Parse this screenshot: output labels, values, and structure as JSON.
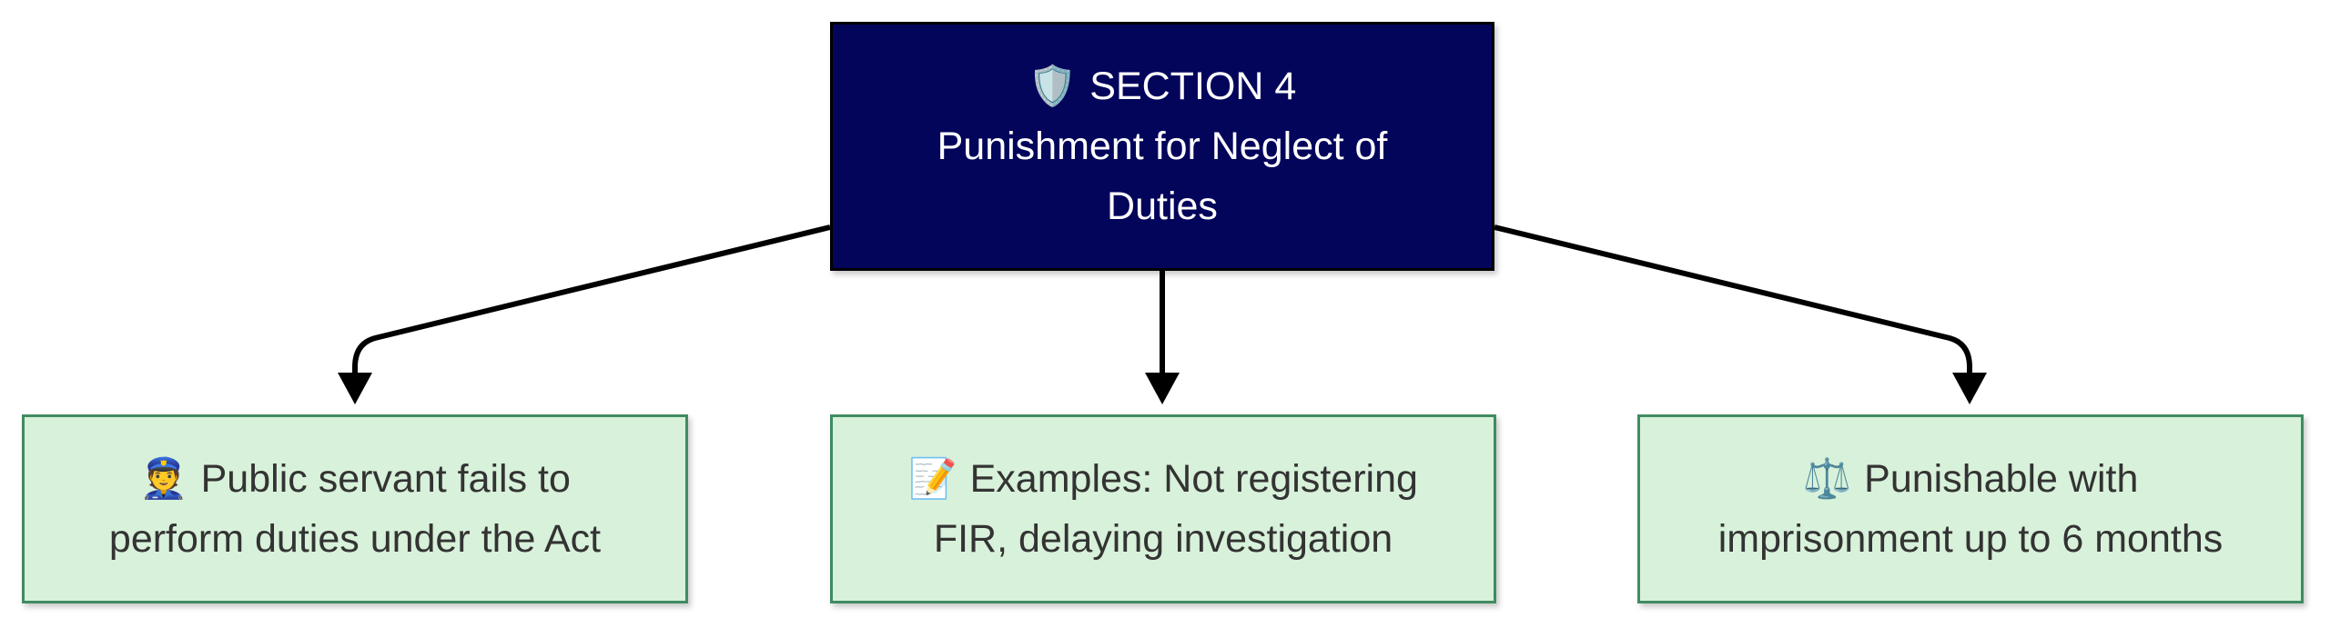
{
  "root": {
    "icon": "🛡️",
    "icon_name": "shield-icon",
    "title": "SECTION 4",
    "subtitle_line1": "Punishment for Neglect of",
    "subtitle_line2": "Duties"
  },
  "children": [
    {
      "icon": "👮",
      "icon_name": "police-officer-icon",
      "line1": "Public servant fails to",
      "line2": "perform duties under the Act"
    },
    {
      "icon": "📝",
      "icon_name": "memo-icon",
      "line1": "Examples: Not registering",
      "line2": "FIR, delaying investigation"
    },
    {
      "icon": "⚖️",
      "icon_name": "scales-icon",
      "line1": "Punishable with",
      "line2": "imprisonment up to 6 months"
    }
  ],
  "colors": {
    "root_fill": "#03055b",
    "leaf_fill": "#d8f1da",
    "leaf_border": "#3f8c60",
    "edge": "#000000"
  }
}
